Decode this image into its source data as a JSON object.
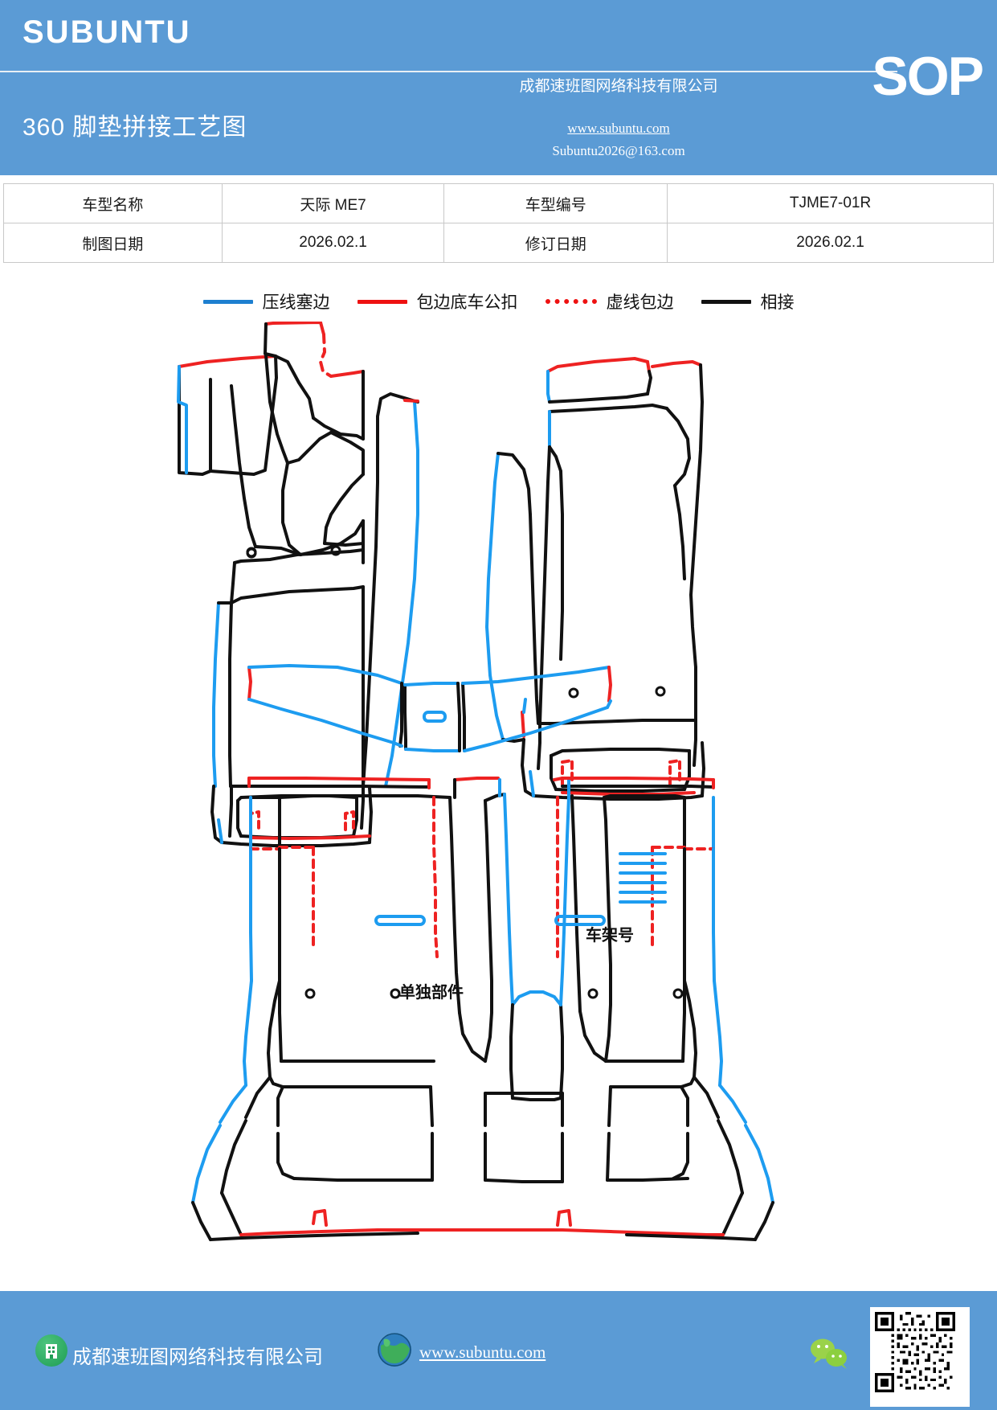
{
  "header": {
    "brand": "SUBUNTU",
    "doc_title": "360 脚垫拼接工艺图",
    "sop_badge": "SOP",
    "company": "成都速班图网络科技有限公司",
    "website": "www.subuntu.com",
    "email": "Subuntu2026@163.com",
    "background_color": "#5b9bd5"
  },
  "info_table": {
    "rows": [
      {
        "label1": "车型名称",
        "value1": "天际 ME7",
        "label2": "车型编号",
        "value2": "TJME7-01R"
      },
      {
        "label1": "制图日期",
        "value1": "2026.02.1",
        "label2": "修订日期",
        "value2": "2026.02.1"
      }
    ]
  },
  "legend": {
    "items": [
      {
        "label": "压线塞边",
        "color": "#1d7fd0",
        "style": "solid"
      },
      {
        "label": "包边底车公扣",
        "color": "#ee1111",
        "style": "solid"
      },
      {
        "label": "虚线包边",
        "color": "#ee1111",
        "style": "dotted"
      },
      {
        "label": "相接",
        "color": "#111111",
        "style": "solid"
      }
    ]
  },
  "drawing": {
    "annotations": [
      {
        "id": "vin",
        "text": "车架号"
      },
      {
        "id": "separate_part",
        "text": "单独部件"
      }
    ],
    "line_colors": {
      "black": "#111111",
      "blue": "#1d9cf0",
      "red": "#ee2222"
    }
  },
  "footer": {
    "company": "成都速班图网络科技有限公司",
    "website": "www.subuntu.com",
    "background_color": "#5b9bd5"
  }
}
